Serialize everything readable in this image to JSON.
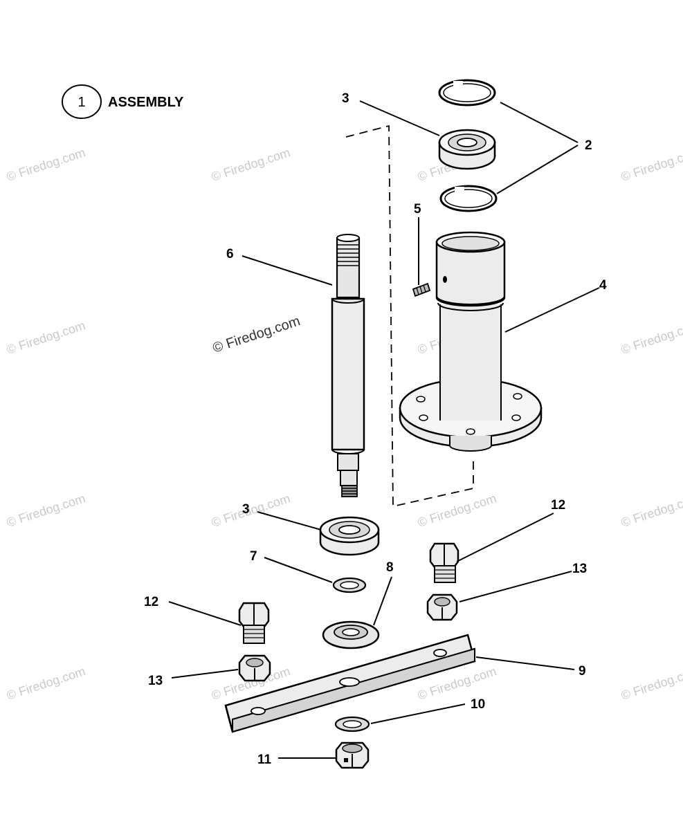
{
  "header": {
    "ring_number": "1",
    "title": "ASSEMBLY"
  },
  "watermark": "© Firedog.com",
  "callouts": {
    "c2": "2",
    "c3_top": "3",
    "c3_bottom": "3",
    "c4": "4",
    "c5": "5",
    "c6": "6",
    "c7": "7",
    "c8": "8",
    "c9": "9",
    "c10": "10",
    "c11": "11",
    "c12_left": "12",
    "c12_right": "12",
    "c13_left": "13",
    "c13_right": "13"
  }
}
